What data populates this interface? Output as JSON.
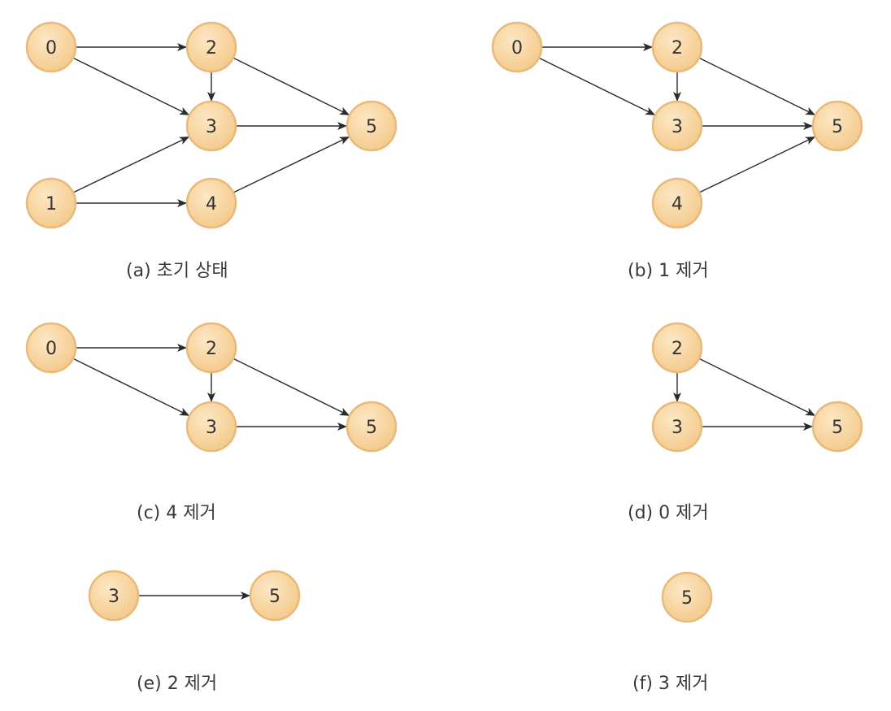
{
  "panels": [
    {
      "caption": "(a) 초기 상태",
      "nodes": [
        "0",
        "1",
        "2",
        "3",
        "4",
        "5"
      ],
      "edges": [
        [
          "0",
          "2"
        ],
        [
          "0",
          "3"
        ],
        [
          "1",
          "3"
        ],
        [
          "1",
          "4"
        ],
        [
          "2",
          "3"
        ],
        [
          "2",
          "5"
        ],
        [
          "3",
          "5"
        ],
        [
          "4",
          "5"
        ]
      ]
    },
    {
      "caption": "(b) 1 제거",
      "nodes": [
        "0",
        "2",
        "3",
        "4",
        "5"
      ],
      "edges": [
        [
          "0",
          "2"
        ],
        [
          "0",
          "3"
        ],
        [
          "2",
          "3"
        ],
        [
          "2",
          "5"
        ],
        [
          "3",
          "5"
        ],
        [
          "4",
          "5"
        ]
      ]
    },
    {
      "caption": "(c) 4 제거",
      "nodes": [
        "0",
        "2",
        "3",
        "5"
      ],
      "edges": [
        [
          "0",
          "2"
        ],
        [
          "0",
          "3"
        ],
        [
          "2",
          "3"
        ],
        [
          "2",
          "5"
        ],
        [
          "3",
          "5"
        ]
      ]
    },
    {
      "caption": "(d) 0 제거",
      "nodes": [
        "2",
        "3",
        "5"
      ],
      "edges": [
        [
          "2",
          "3"
        ],
        [
          "2",
          "5"
        ],
        [
          "3",
          "5"
        ]
      ]
    },
    {
      "caption": "(e) 2 제거",
      "nodes": [
        "3",
        "5"
      ],
      "edges": [
        [
          "3",
          "5"
        ]
      ]
    },
    {
      "caption": "(f) 3 제거",
      "nodes": [
        "5"
      ],
      "edges": []
    }
  ],
  "colors": {
    "node_fill": "#f7d5a0",
    "node_stroke": "#e8b978",
    "edge": "#2b2b2b",
    "text": "#333333"
  }
}
